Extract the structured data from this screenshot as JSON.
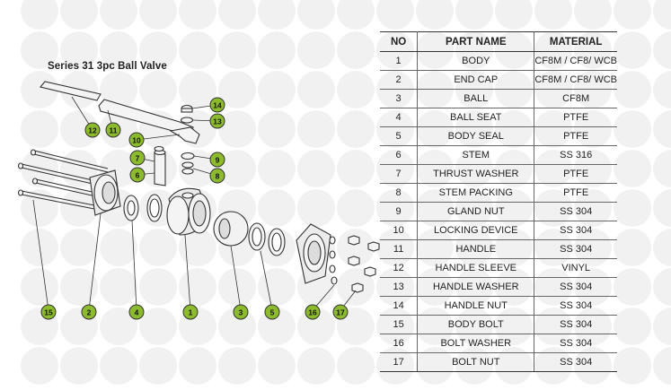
{
  "diagram": {
    "title": "Series 31 3pc Ball Valve",
    "callouts": [
      "1",
      "2",
      "3",
      "4",
      "5",
      "6",
      "7",
      "8",
      "9",
      "10",
      "11",
      "12",
      "13",
      "14",
      "15",
      "16",
      "17"
    ]
  },
  "table": {
    "headers": {
      "no": "NO",
      "part_name": "PART NAME",
      "material": "MATERIAL"
    },
    "rows": [
      {
        "no": "1",
        "part": "BODY",
        "material": "CF8M / CF8/ WCB"
      },
      {
        "no": "2",
        "part": "END CAP",
        "material": "CF8M / CF8/ WCB"
      },
      {
        "no": "3",
        "part": "BALL",
        "material": "CF8M"
      },
      {
        "no": "4",
        "part": "BALL SEAT",
        "material": "PTFE"
      },
      {
        "no": "5",
        "part": "BODY SEAL",
        "material": "PTFE"
      },
      {
        "no": "6",
        "part": "STEM",
        "material": "SS 316"
      },
      {
        "no": "7",
        "part": "THRUST WASHER",
        "material": "PTFE"
      },
      {
        "no": "8",
        "part": "STEM PACKING",
        "material": "PTFE"
      },
      {
        "no": "9",
        "part": "GLAND NUT",
        "material": "SS 304"
      },
      {
        "no": "10",
        "part": "LOCKING DEVICE",
        "material": "SS 304"
      },
      {
        "no": "11",
        "part": "HANDLE",
        "material": "SS 304"
      },
      {
        "no": "12",
        "part": "HANDLE SLEEVE",
        "material": "VINYL"
      },
      {
        "no": "13",
        "part": "HANDLE WASHER",
        "material": "SS 304"
      },
      {
        "no": "14",
        "part": "HANDLE NUT",
        "material": "SS 304"
      },
      {
        "no": "15",
        "part": "BODY BOLT",
        "material": "SS 304"
      },
      {
        "no": "16",
        "part": "BOLT WASHER",
        "material": "SS 304"
      },
      {
        "no": "17",
        "part": "BOLT NUT",
        "material": "SS 304"
      }
    ]
  },
  "colors": {
    "callout_fill": "#8dbb2e",
    "line": "#333333",
    "background_dots": "#f1f1f1"
  }
}
